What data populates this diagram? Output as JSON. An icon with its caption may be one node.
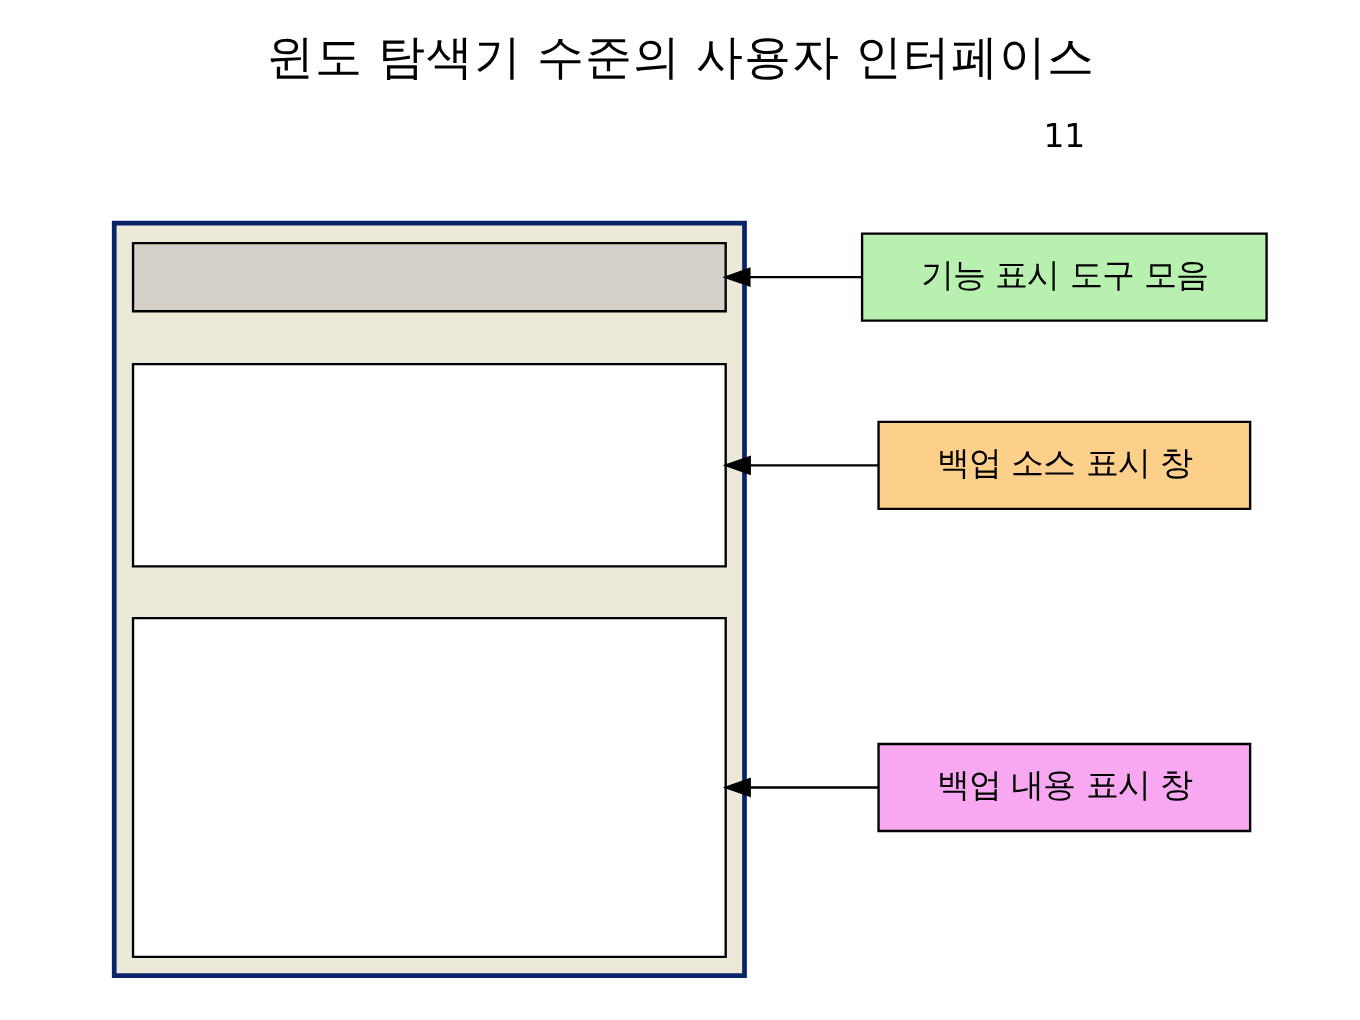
{
  "diagram": {
    "title": "윈도 탐색기 수준의 사용자 인터페이스",
    "nodes": [
      {
        "text": [],
        "shape": "picture"
      },
      {
        "text": [],
        "shape": "box",
        "in": 0
      },
      {
        "text": [],
        "shape": "box",
        "in": 0
      },
      {
        "text": [],
        "shape": "box",
        "in": 0
      },
      {
        "text": [
          "기능 표시 도구 모음"
        ]
      },
      {
        "text": [
          "백업 소스 표시 창"
        ]
      },
      {
        "text": [
          "백업 내용 표시 창"
        ]
      }
    ],
    "edges": [
      {
        "from": 4,
        "to": 1,
        "arrow": "to"
      },
      {
        "from": 5,
        "to": 2,
        "arrow": "to"
      },
      {
        "from": 6,
        "to": 3,
        "arrow": "to"
      }
    ],
    "labels": [
      "11"
    ]
  }
}
